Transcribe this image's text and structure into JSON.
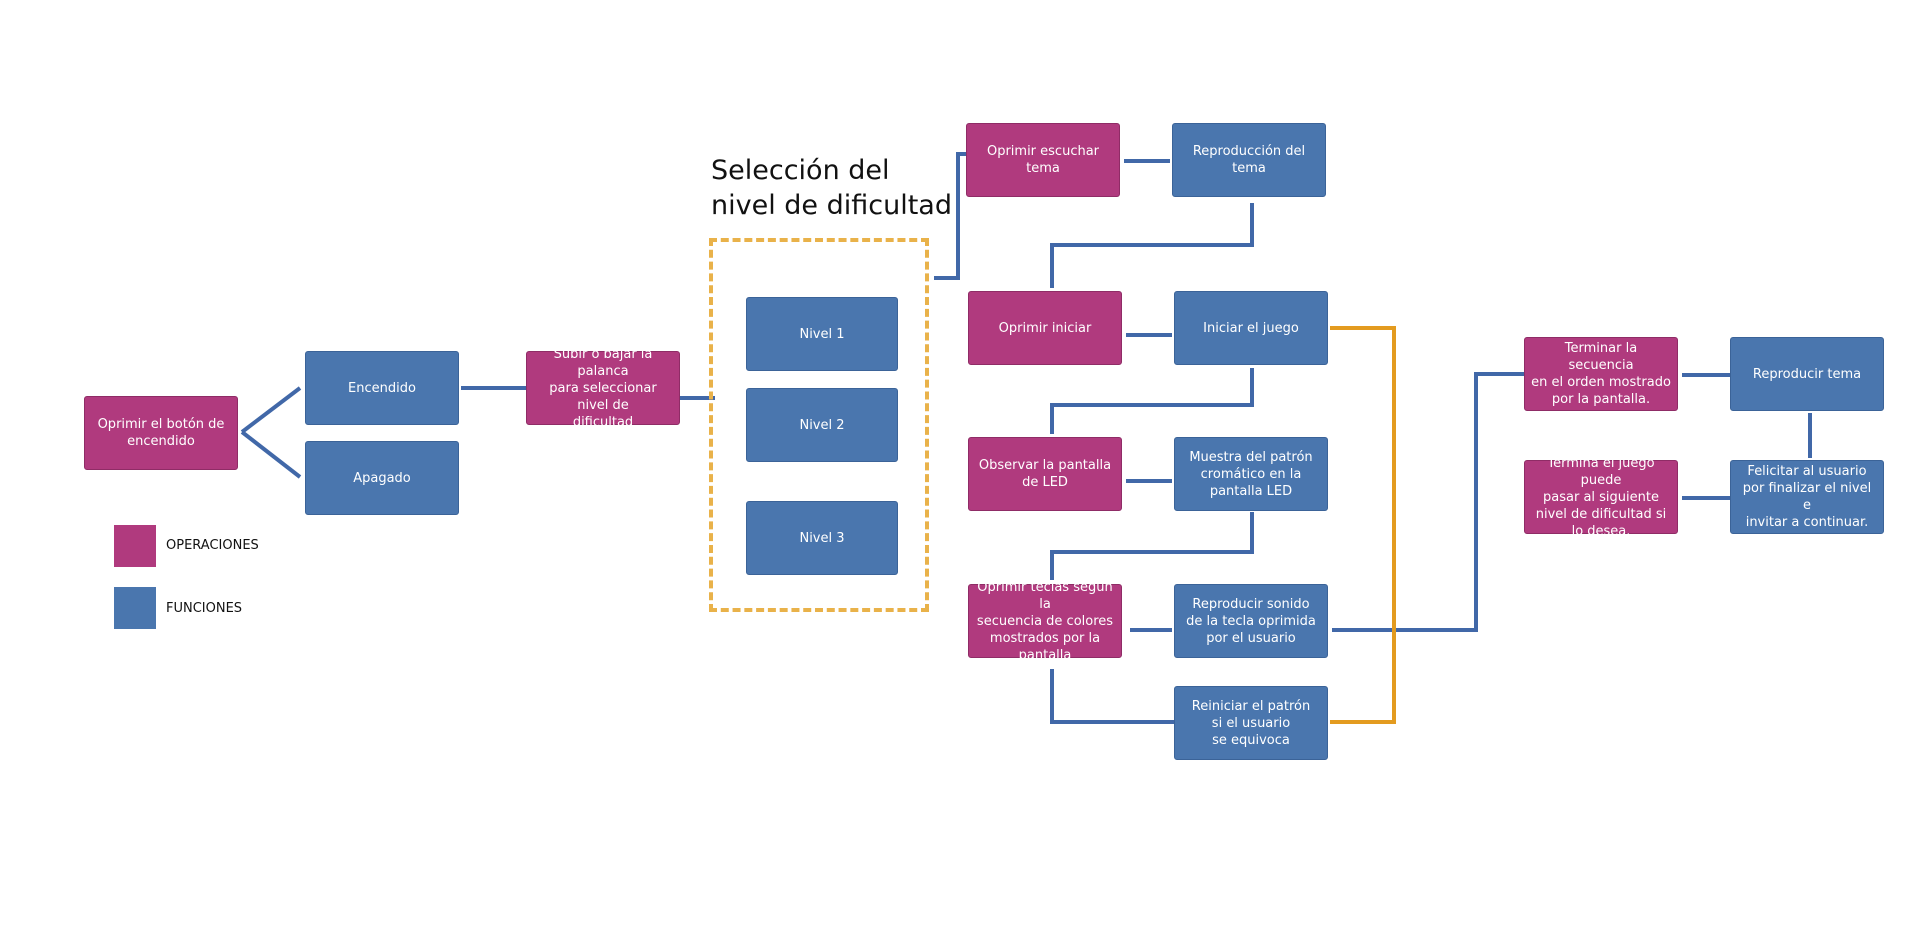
{
  "colors": {
    "operation": "#b03a7e",
    "function": "#4a76ae",
    "connector": "#4168a8",
    "highlight_connector": "#e39b1f",
    "group_frame": "#e9b24a"
  },
  "group": {
    "title": "Selección del\nnivel de dificultad"
  },
  "legend": {
    "operations": "OPERACIONES",
    "functions": "FUNCIONES"
  },
  "nodes": {
    "power_press": "Oprimir el botón de\nencendido",
    "on": "Encendido",
    "off": "Apagado",
    "lever": "Subir o bajar la palanca\npara seleccionar nivel de\ndificultad",
    "level1": "Nivel 1",
    "level2": "Nivel 2",
    "level3": "Nivel 3",
    "listen_press": "Oprimir escuchar\ntema",
    "theme_play": "Reproducción del\ntema",
    "start_press": "Oprimir iniciar",
    "start_game": "Iniciar el juego",
    "observe_led": "Observar la pantalla\nde LED",
    "show_pattern": "Muestra del patrón\ncromático en la\npantalla LED",
    "press_keys": "Oprimir teclas según la\nsecuencia de colores\nmostrados por la\npantalla",
    "play_sound": "Reproducir sonido\nde la tecla oprimida\npor el usuario",
    "restart_pattern": "Reiniciar el patrón\nsi el usuario\nse equivoca",
    "finish_sequence": "Terminar la secuencia\nen el orden mostrado\npor la pantalla.",
    "play_theme": "Reproducir tema",
    "game_end": "Termina el juego puede\npasar al siguiente\nnivel de dificultad si\nlo desea.",
    "congratulate": "Felicitar al usuario\npor finalizar el nivel e\ninvitar a continuar."
  }
}
